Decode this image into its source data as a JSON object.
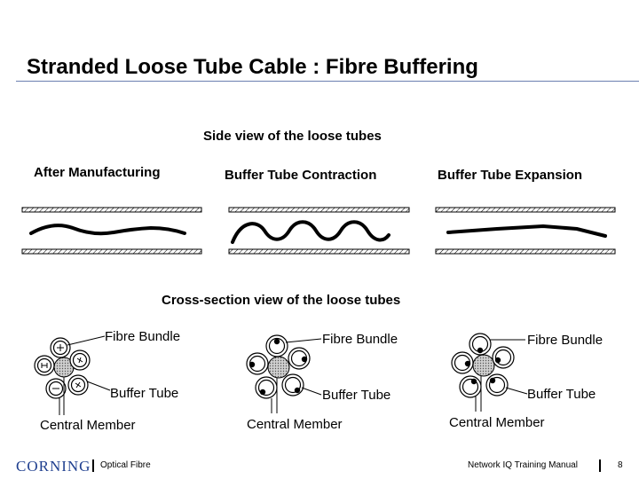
{
  "slide": {
    "title": "Stranded Loose Tube Cable : Fibre Buffering",
    "side_view": {
      "heading": "Side view  of the loose tubes",
      "states": [
        "After Manufacturing",
        "Buffer Tube Contraction",
        "Buffer Tube Expansion"
      ]
    },
    "cross_section": {
      "heading": "Cross-section view  of the loose tubes",
      "panels": [
        {
          "fibre_bundle": "Fibre Bundle",
          "buffer_tube": "Buffer Tube",
          "central_member": "Central Member"
        },
        {
          "fibre_bundle": "Fibre Bundle",
          "buffer_tube": "Buffer Tube",
          "central_member": "Central Member"
        },
        {
          "fibre_bundle": "Fibre Bundle",
          "buffer_tube": "Buffer Tube",
          "central_member": "Central Member"
        }
      ]
    }
  },
  "footer": {
    "logo": "CORNING",
    "section": "Optical Fibre",
    "manual": "Network IQ Training Manual",
    "page": "8"
  },
  "colors": {
    "title_rule": "#6a7fb0",
    "logo": "#1f3f8f",
    "central_member_fill": "#bdbdbd"
  }
}
